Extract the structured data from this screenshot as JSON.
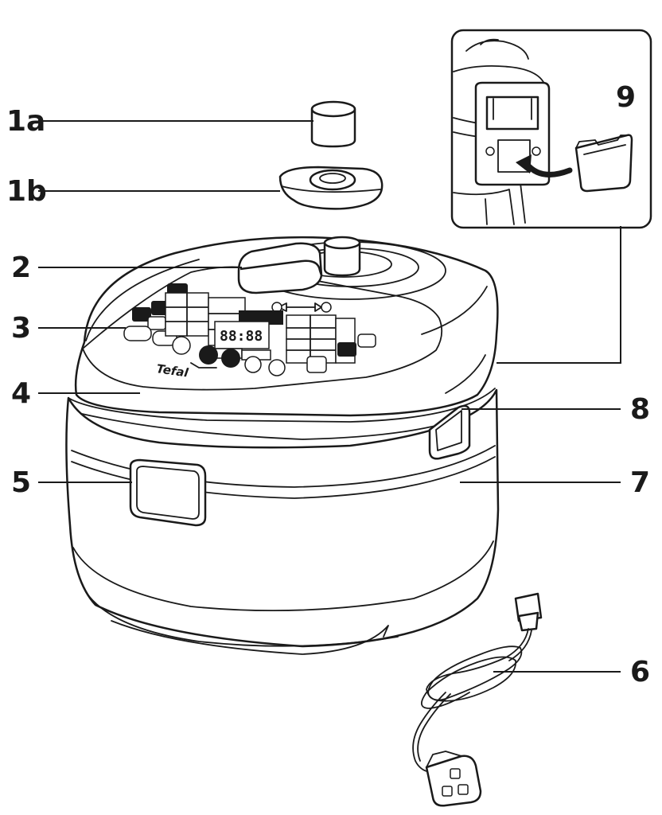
{
  "labels": {
    "p1a": "1a",
    "p1b": "1b",
    "p2": "2",
    "p3": "3",
    "p4": "4",
    "p5": "5",
    "p6": "6",
    "p7": "7",
    "p8": "8",
    "p9": "9"
  },
  "brand": "Tefal",
  "display": "88:88"
}
